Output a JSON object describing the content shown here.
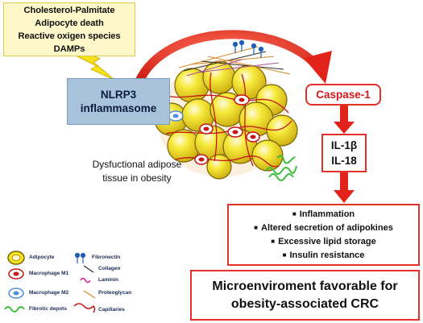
{
  "stimuli": {
    "lines": [
      "Cholesterol-Palmitate",
      "Adipocyte death",
      "Reactive oxigen species",
      "DAMPs"
    ]
  },
  "nlrp3": {
    "line1": "NLRP3",
    "line2": "inflammasome"
  },
  "caspase": {
    "label": "Caspase-1"
  },
  "interleukins": {
    "line1": "IL-1β",
    "line2": "IL-18"
  },
  "tissue_label": {
    "line1": "Dysfuctional adipose",
    "line2": "tissue in obesity"
  },
  "effects": {
    "items": [
      "Inflammation",
      "Altered secretion of adipokines",
      "Excessive lipid storage",
      "Insulin resistance"
    ]
  },
  "outcome": {
    "line1": "Microenviroment favorable for",
    "line2": "obesity-associated CRC"
  },
  "legend": {
    "adipocyte": "Adipocyte",
    "macrophage_m1": "Macrophage M1",
    "macrophage_m2": "Macrophage M2",
    "fibrotic": "Fibrotic depots",
    "fibronectin": "Fibronectin",
    "collagen": "Collagen",
    "laminin": "Laminin",
    "proteoglycan": "Proteoglycan",
    "capillaries": "Capillaries"
  },
  "colors": {
    "arrow_red": "#e2231a",
    "adipocyte_yellow": "#f3e21f",
    "nlrp3_box": "#a9c2dc",
    "stimuli_box": "#fdf7c9",
    "lightning": "#f5e31a",
    "fibrosis_green": "#3bbf3b",
    "m2_blue": "#4f8fd6"
  }
}
